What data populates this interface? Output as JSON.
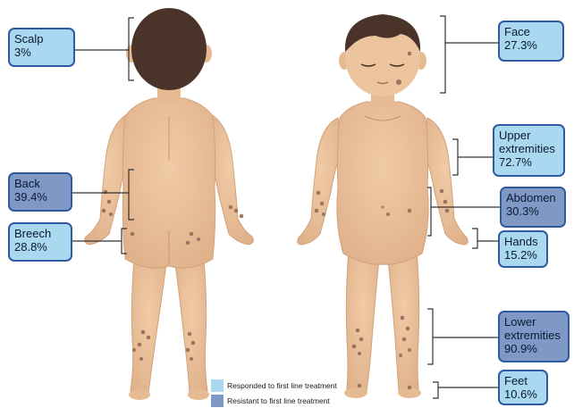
{
  "colors": {
    "responded": "#a9d8f0",
    "resistant": "#7f98c6",
    "border": "#2e5aa0",
    "skin": "#e9c09a",
    "skin_shadow": "#d9a980",
    "hair": "#4a3329",
    "lesion": "#9b7560"
  },
  "regions": [
    {
      "name": "Scalp",
      "percent": "3%",
      "status": "responded"
    },
    {
      "name": "Back",
      "percent": "39.4%",
      "status": "resistant"
    },
    {
      "name": "Breech",
      "percent": "28.8%",
      "status": "responded"
    },
    {
      "name": "Face",
      "percent": "27.3%",
      "status": "responded"
    },
    {
      "name": "Upper extremities",
      "name_lines": [
        "Upper",
        "extremities"
      ],
      "percent": "72.7%",
      "status": "responded"
    },
    {
      "name": "Abdomen",
      "percent": "30.3%",
      "status": "resistant"
    },
    {
      "name": "Hands",
      "percent": "15.2%",
      "status": "responded"
    },
    {
      "name": "Lower extremities",
      "name_lines": [
        "Lower",
        "extremities"
      ],
      "percent": "90.9%",
      "status": "resistant"
    },
    {
      "name": "Feet",
      "percent": "10.6%",
      "status": "responded"
    }
  ],
  "legend": {
    "responded": "Responded to first line treatment",
    "resistant": "Resistant to first line treatment"
  }
}
